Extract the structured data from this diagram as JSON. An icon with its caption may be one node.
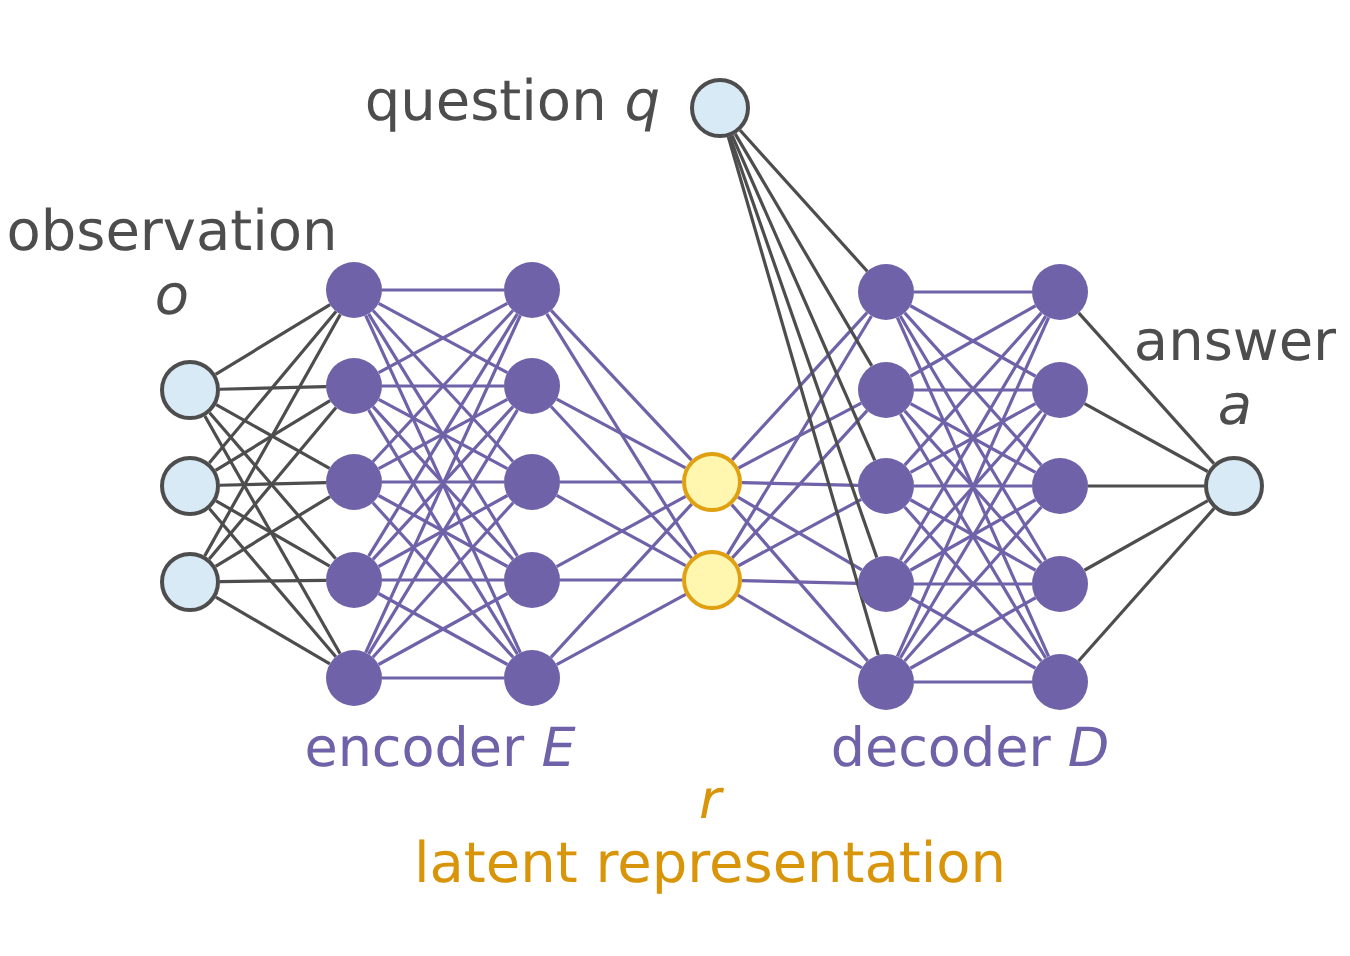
{
  "diagram": {
    "nodes": [
      {
        "text": [],
        "shape": "circle"
      },
      {
        "text": [],
        "shape": "circle"
      },
      {
        "text": [],
        "shape": "circle"
      },
      {
        "text": [],
        "shape": "circle"
      },
      {
        "text": [],
        "shape": "circle"
      },
      {
        "text": [],
        "shape": "circle"
      },
      {
        "text": [],
        "shape": "circle"
      },
      {
        "text": [],
        "shape": "circle"
      },
      {
        "text": [],
        "shape": "circle"
      },
      {
        "text": [],
        "shape": "circle"
      },
      {
        "text": [],
        "shape": "circle"
      },
      {
        "text": [],
        "shape": "circle"
      },
      {
        "text": [],
        "shape": "circle"
      },
      {
        "text": [],
        "shape": "circle"
      },
      {
        "text": [],
        "shape": "circle"
      },
      {
        "text": [],
        "shape": "circle",
        "beside": [
          "question *q*"
        ]
      },
      {
        "text": [],
        "shape": "circle"
      },
      {
        "text": [],
        "shape": "circle"
      },
      {
        "text": [],
        "shape": "circle"
      },
      {
        "text": [],
        "shape": "circle"
      },
      {
        "text": [],
        "shape": "circle"
      },
      {
        "text": [],
        "shape": "circle"
      },
      {
        "text": [],
        "shape": "circle"
      },
      {
        "text": [],
        "shape": "circle"
      },
      {
        "text": [],
        "shape": "circle"
      },
      {
        "text": [],
        "shape": "circle"
      },
      {
        "text": [],
        "shape": "circle",
        "beside": [
          "answer *a*"
        ]
      }
    ],
    "edges": [
      {
        "from": 0,
        "to": 3,
        "arrow": "none",
        "color": "#4d4d4d"
      },
      {
        "from": 0,
        "to": 4,
        "arrow": "none",
        "color": "#4d4d4d"
      },
      {
        "from": 0,
        "to": 5,
        "arrow": "none",
        "color": "#4d4d4d"
      },
      {
        "from": 0,
        "to": 6,
        "arrow": "none",
        "color": "#4d4d4d"
      },
      {
        "from": 0,
        "to": 7,
        "arrow": "none",
        "color": "#4d4d4d"
      },
      {
        "from": 1,
        "to": 3,
        "arrow": "none",
        "color": "#4d4d4d"
      },
      {
        "from": 1,
        "to": 4,
        "arrow": "none",
        "color": "#4d4d4d"
      },
      {
        "from": 1,
        "to": 5,
        "arrow": "none",
        "color": "#4d4d4d"
      },
      {
        "from": 1,
        "to": 6,
        "arrow": "none",
        "color": "#4d4d4d"
      },
      {
        "from": 1,
        "to": 7,
        "arrow": "none",
        "color": "#4d4d4d"
      },
      {
        "from": 2,
        "to": 3,
        "arrow": "none",
        "color": "#4d4d4d"
      },
      {
        "from": 2,
        "to": 4,
        "arrow": "none",
        "color": "#4d4d4d"
      },
      {
        "from": 2,
        "to": 5,
        "arrow": "none",
        "color": "#4d4d4d"
      },
      {
        "from": 2,
        "to": 6,
        "arrow": "none",
        "color": "#4d4d4d"
      },
      {
        "from": 2,
        "to": 7,
        "arrow": "none",
        "color": "#4d4d4d"
      },
      {
        "from": 3,
        "to": 8,
        "arrow": "none"
      },
      {
        "from": 3,
        "to": 9,
        "arrow": "none"
      },
      {
        "from": 3,
        "to": 10,
        "arrow": "none"
      },
      {
        "from": 3,
        "to": 11,
        "arrow": "none"
      },
      {
        "from": 3,
        "to": 12,
        "arrow": "none"
      },
      {
        "from": 4,
        "to": 8,
        "arrow": "none"
      },
      {
        "from": 4,
        "to": 9,
        "arrow": "none"
      },
      {
        "from": 4,
        "to": 10,
        "arrow": "none"
      },
      {
        "from": 4,
        "to": 11,
        "arrow": "none"
      },
      {
        "from": 4,
        "to": 12,
        "arrow": "none"
      },
      {
        "from": 5,
        "to": 8,
        "arrow": "none"
      },
      {
        "from": 5,
        "to": 9,
        "arrow": "none"
      },
      {
        "from": 5,
        "to": 10,
        "arrow": "none"
      },
      {
        "from": 5,
        "to": 11,
        "arrow": "none"
      },
      {
        "from": 5,
        "to": 12,
        "arrow": "none"
      },
      {
        "from": 6,
        "to": 8,
        "arrow": "none"
      },
      {
        "from": 6,
        "to": 9,
        "arrow": "none"
      },
      {
        "from": 6,
        "to": 10,
        "arrow": "none"
      },
      {
        "from": 6,
        "to": 11,
        "arrow": "none"
      },
      {
        "from": 6,
        "to": 12,
        "arrow": "none"
      },
      {
        "from": 7,
        "to": 8,
        "arrow": "none"
      },
      {
        "from": 7,
        "to": 9,
        "arrow": "none"
      },
      {
        "from": 7,
        "to": 10,
        "arrow": "none"
      },
      {
        "from": 7,
        "to": 11,
        "arrow": "none"
      },
      {
        "from": 7,
        "to": 12,
        "arrow": "none"
      },
      {
        "from": 8,
        "to": 13,
        "arrow": "none"
      },
      {
        "from": 8,
        "to": 14,
        "arrow": "none"
      },
      {
        "from": 9,
        "to": 13,
        "arrow": "none"
      },
      {
        "from": 9,
        "to": 14,
        "arrow": "none"
      },
      {
        "from": 10,
        "to": 13,
        "arrow": "none"
      },
      {
        "from": 10,
        "to": 14,
        "arrow": "none"
      },
      {
        "from": 11,
        "to": 13,
        "arrow": "none"
      },
      {
        "from": 11,
        "to": 14,
        "arrow": "none"
      },
      {
        "from": 12,
        "to": 13,
        "arrow": "none"
      },
      {
        "from": 12,
        "to": 14,
        "arrow": "none"
      },
      {
        "from": 13,
        "to": 16,
        "arrow": "none"
      },
      {
        "from": 13,
        "to": 17,
        "arrow": "none"
      },
      {
        "from": 13,
        "to": 18,
        "arrow": "none"
      },
      {
        "from": 13,
        "to": 19,
        "arrow": "none"
      },
      {
        "from": 13,
        "to": 20,
        "arrow": "none"
      },
      {
        "from": 14,
        "to": 16,
        "arrow": "none"
      },
      {
        "from": 14,
        "to": 17,
        "arrow": "none"
      },
      {
        "from": 14,
        "to": 18,
        "arrow": "none"
      },
      {
        "from": 14,
        "to": 19,
        "arrow": "none"
      },
      {
        "from": 14,
        "to": 20,
        "arrow": "none"
      },
      {
        "from": 15,
        "to": 16,
        "arrow": "none",
        "color": "#4d4d4d"
      },
      {
        "from": 15,
        "to": 17,
        "arrow": "none",
        "color": "#4d4d4d"
      },
      {
        "from": 15,
        "to": 18,
        "arrow": "none",
        "color": "#4d4d4d"
      },
      {
        "from": 15,
        "to": 19,
        "arrow": "none",
        "color": "#4d4d4d"
      },
      {
        "from": 15,
        "to": 20,
        "arrow": "none",
        "color": "#4d4d4d"
      },
      {
        "from": 16,
        "to": 21,
        "arrow": "none"
      },
      {
        "from": 16,
        "to": 22,
        "arrow": "none"
      },
      {
        "from": 16,
        "to": 23,
        "arrow": "none"
      },
      {
        "from": 16,
        "to": 24,
        "arrow": "none"
      },
      {
        "from": 16,
        "to": 25,
        "arrow": "none"
      },
      {
        "from": 17,
        "to": 21,
        "arrow": "none"
      },
      {
        "from": 17,
        "to": 22,
        "arrow": "none"
      },
      {
        "from": 17,
        "to": 23,
        "arrow": "none"
      },
      {
        "from": 17,
        "to": 24,
        "arrow": "none"
      },
      {
        "from": 17,
        "to": 25,
        "arrow": "none"
      },
      {
        "from": 18,
        "to": 21,
        "arrow": "none"
      },
      {
        "from": 18,
        "to": 22,
        "arrow": "none"
      },
      {
        "from": 18,
        "to": 23,
        "arrow": "none"
      },
      {
        "from": 18,
        "to": 24,
        "arrow": "none"
      },
      {
        "from": 18,
        "to": 25,
        "arrow": "none"
      },
      {
        "from": 19,
        "to": 21,
        "arrow": "none"
      },
      {
        "from": 19,
        "to": 22,
        "arrow": "none"
      },
      {
        "from": 19,
        "to": 23,
        "arrow": "none"
      },
      {
        "from": 19,
        "to": 24,
        "arrow": "none"
      },
      {
        "from": 19,
        "to": 25,
        "arrow": "none"
      },
      {
        "from": 20,
        "to": 21,
        "arrow": "none"
      },
      {
        "from": 20,
        "to": 22,
        "arrow": "none"
      },
      {
        "from": 20,
        "to": 23,
        "arrow": "none"
      },
      {
        "from": 20,
        "to": 24,
        "arrow": "none"
      },
      {
        "from": 20,
        "to": 25,
        "arrow": "none"
      },
      {
        "from": 21,
        "to": 26,
        "arrow": "none",
        "color": "#4d4d4d"
      },
      {
        "from": 22,
        "to": 26,
        "arrow": "none",
        "color": "#4d4d4d"
      },
      {
        "from": 23,
        "to": 26,
        "arrow": "none",
        "color": "#4d4d4d"
      },
      {
        "from": 24,
        "to": 26,
        "arrow": "none",
        "color": "#4d4d4d"
      },
      {
        "from": 25,
        "to": 26,
        "arrow": "none",
        "color": "#4d4d4d"
      }
    ],
    "labels": [
      "observation *o*",
      "encoder *E*",
      "*r*",
      "decoder *D*",
      "latent representation"
    ]
  }
}
